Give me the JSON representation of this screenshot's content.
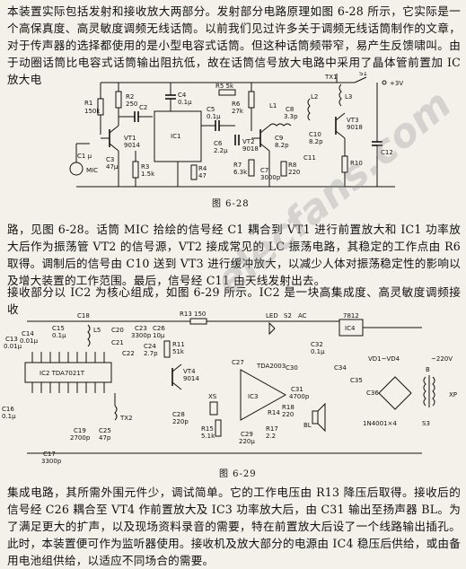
{
  "paragraphs": {
    "p1": "本装置实际包括发射和接收放大两部分。发射部分电路原理如图 6-28 所示，它实际是一个高保真度、高灵敏度调频无线话筒。以前我们见过许多关于调频无线话筒制作的文章，对于传声器的选择都使用的是小型电容式话筒。但这种话筒频带窄，易产生反馈啸叫。由于动圈话筒比电容式话筒输出阻抗低，故在话筒信号放大电路中采用了晶体管前置加 IC 放大电",
    "p2": "路，见图 6-28。话筒 MIC 拾绘的信号经 C1 耦合到 VT1 进行前置放大和 IC1 功率放大后作为振荡管 VT2 的信号源，VT2 接成常见的 LC 振荡电路，其稳定的工作点由 R6 取得。调制后的信号由 C10 送到 VT3 进行缓冲放大，以减少人体对振荡稳定性的影响以及增大装置的工作范围。最后，信号经 C11 由天线发射出去。",
    "p3": "接收部分以 IC2 为核心组成，如图 6-29 所示。IC2 是一块高集成度、高灵敏度调频接收",
    "p4": "集成电路，其所需外围元件少，调试简单。它的工作电压由 R13 降压后取得。接收后的信号经 C26 耦合至 VT4 作前置放大及 IC3 功率放大后，由 C31 输出至扬声器 BL。为了满足更大的扩声，以及现场资料录音的需要，特在前置放大后设了一个线路输出插孔。此时，本装置便可作为监听器使用。接收机及放大部分的电源由 IC4 稳压后供给，或由备用电池组供给，以适应不同场合的需要。"
  },
  "captions": {
    "fig1": "图 6-28",
    "fig2": "图 6-29"
  },
  "watermark": "elecfans.com",
  "fig1_labels": {
    "mic": "MIC",
    "c1": "C1 μ",
    "r1": "R1",
    "r1v": "150k",
    "vt1": "VT1",
    "vt1p": "9014",
    "r2": "R2",
    "r2v": "250",
    "c2": "C2",
    "c3": "C3",
    "c3v": "47μ",
    "r3": "R3",
    "r3v": "1.5k",
    "c4": "C4",
    "c4v": "0.1μ",
    "ic1": "IC1",
    "c5": "C5",
    "c5v": "0.1μ",
    "r4": "R4",
    "r4v": "47",
    "r5": "R5 5k",
    "r6": "R6",
    "r6v": "27k",
    "c6": "C6",
    "c6v": "2.2μ",
    "vt2": "VT2",
    "vt2p": "9018",
    "r7": "R7",
    "r7v": "6.3k",
    "r8": "R8",
    "r8v": "220",
    "c7": "C7",
    "c7v": "3000p",
    "l1": "L1",
    "c8": "C8",
    "c8v": "3.3p",
    "c9": "C9",
    "c9v": "8.2p",
    "c10": "C10",
    "c10v": "8.2p",
    "l2": "L2",
    "l3": "L3",
    "vt3": "VT3",
    "vt3p": "9018",
    "r10": "R10",
    "c11": "C11",
    "c12": "C12",
    "tx1": "TX1",
    "s1": "S1",
    "v3": "+3V"
  },
  "fig2_labels": {
    "c18": "C18",
    "l5": "L5",
    "c15": "C15",
    "c15v": "0.1μ",
    "c14": "C14",
    "c14v": "0.01μ",
    "c13": "C13",
    "c13v": "0.01μ",
    "c20": "C20",
    "c21": "C21",
    "c22": "C22",
    "c23": "C23",
    "c23v": "3300p",
    "c24": "C24",
    "c24v": "2.7p",
    "c26": "C26",
    "c26v": "10μ",
    "ic2": "IC2 TDA7021T",
    "r11": "R11",
    "r11v": "51k",
    "r13": "R13 150",
    "vt4": "VT4",
    "vt4p": "9014",
    "c16": "C16",
    "c16v": "0.1μ",
    "c17": "C17",
    "c17v": "3300p",
    "c19": "C19",
    "c19v": "2700p",
    "c25": "C25",
    "c25v": "47p",
    "tx2": "TX2",
    "c28": "C28",
    "c28v": "220p",
    "xs": "XS",
    "r15": "R15",
    "r15v": "5.1k",
    "ic3": "IC3",
    "r14": "R14",
    "c29": "C29",
    "c29v": "220μ",
    "c30": "C30",
    "c31": "C31",
    "c31v": "4700p",
    "r18": "R18",
    "r18v": "220",
    "r17": "R17",
    "r17v": "2.2",
    "c27": "C27",
    "led": "LED",
    "s2": "S2",
    "ac": "AC",
    "c32": "C32",
    "c32v": "0.1μ",
    "tda": "TDA2003",
    "bl": "BL",
    "l7812": "7812",
    "ic4": "IC4",
    "vd": "VD1~VD4",
    "vdp": "1N4001×4",
    "b": "B",
    "v220": "~220V",
    "xp": "XP",
    "s3": "S3",
    "c34": "C34",
    "c35": "C35",
    "c36": "C36"
  }
}
